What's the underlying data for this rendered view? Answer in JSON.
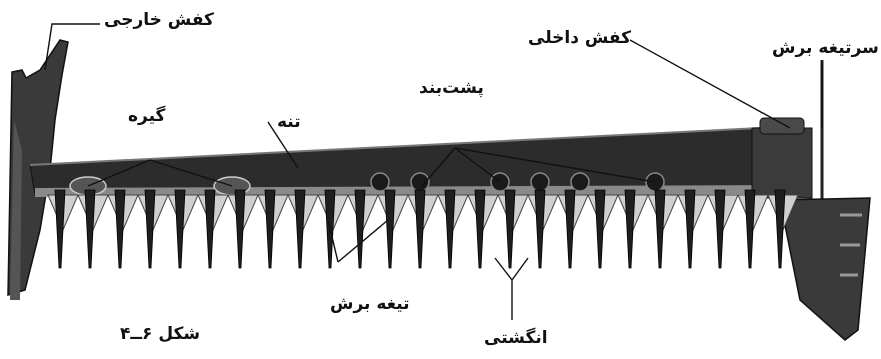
{
  "labels": {
    "outer_shoe": "کفش خارجی",
    "inner_shoe": "کفش داخلی",
    "knife_head": "سرتیغه برش",
    "clip": "گیره",
    "bar": "تنه",
    "wearplate": "پشت‌بند",
    "cutting_blade": "تیغه برش",
    "guard": "انگشتی",
    "caption": "شکل ۶ــ۴"
  },
  "colors": {
    "bar": "#2c2c2c",
    "blade": "#cfcfcf",
    "guard": "#1f1f1f",
    "ink": "#111111"
  }
}
